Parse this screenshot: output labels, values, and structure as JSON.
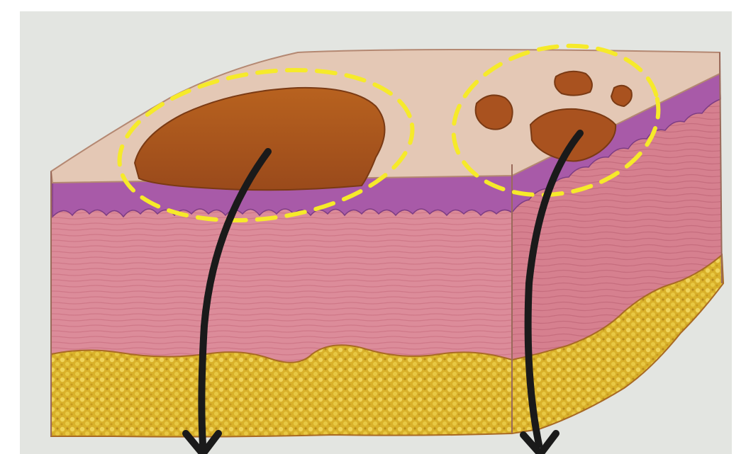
{
  "figure": {
    "subject": "skin-cross-section-with-lesions",
    "colors": {
      "photo_background": "#e3e5e1",
      "surface": "#e3c7b4",
      "epidermis_purple": "#a55aa6",
      "dermis_pink": "#d98a98",
      "fat_yellow": "#d8b028",
      "lesion_brown": "#a9521f",
      "highlight_dashes": "#f6ea2a",
      "arrows": "#1a1a1a"
    },
    "highlights": [
      {
        "id": "large-lesion",
        "style": "yellow-dashed-ellipse"
      },
      {
        "id": "cluster-lesions",
        "style": "yellow-dashed-ellipse"
      }
    ],
    "arrows": [
      {
        "id": "left",
        "direction": "down"
      },
      {
        "id": "right",
        "direction": "down"
      }
    ]
  }
}
